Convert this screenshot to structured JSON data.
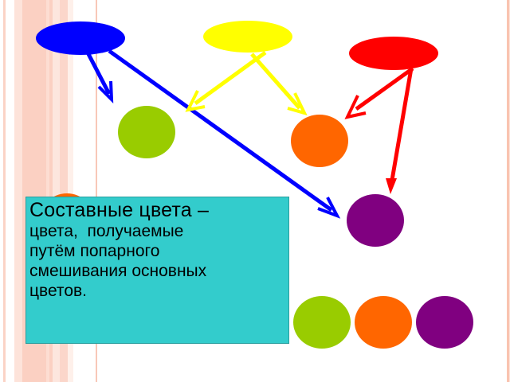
{
  "slide": {
    "colors": {
      "blue": "#0000ff",
      "yellow": "#ffff00",
      "red": "#ff0000",
      "green": "#99cc00",
      "orange": "#ff6600",
      "purple": "#800080",
      "textbox_bg": "#33cccc",
      "stripe": "#fbd0c2"
    },
    "primary_colors": [
      {
        "name": "blue",
        "shape": "ellipse"
      },
      {
        "name": "yellow",
        "shape": "ellipse"
      },
      {
        "name": "red",
        "shape": "ellipse"
      }
    ],
    "composite_colors": [
      {
        "name": "green",
        "from": [
          "blue",
          "yellow"
        ]
      },
      {
        "name": "orange",
        "from": [
          "yellow",
          "red"
        ]
      },
      {
        "name": "purple",
        "from": [
          "blue",
          "red"
        ]
      }
    ],
    "bottom_row": [
      "green",
      "orange",
      "purple"
    ],
    "definition": {
      "title": "Составные цвета –",
      "body": "цвета,  получаемые\nпутём попарного\nсмешивания основных\nцветов."
    }
  }
}
